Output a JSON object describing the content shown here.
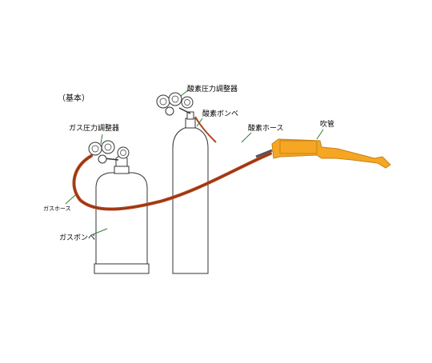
{
  "title": "（基本）",
  "labels": {
    "gas_regulator": "ガス圧力調整器",
    "oxygen_regulator": "酸素圧力調整器",
    "oxygen_cylinder": "酸素ボンベ",
    "oxygen_hose": "酸素ホース",
    "torch": "吹管",
    "gas_hose": "ガスホース",
    "gas_cylinder": "ガスボンベ"
  },
  "colors": {
    "hose": "#B4441C",
    "torch": "#F5A623",
    "arrow": "#2E7D32",
    "outline": "#333333"
  }
}
